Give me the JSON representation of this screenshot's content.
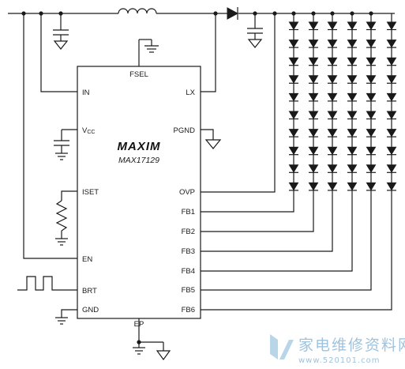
{
  "chip": {
    "logo": "MAXIM",
    "part_number": "MAX17129",
    "pins": {
      "fsel": "FSEL",
      "in": "IN",
      "lx": "LX",
      "vcc_main": "V",
      "vcc_sub": "CC",
      "pgnd": "PGND",
      "iset": "ISET",
      "ovp": "OVP",
      "fb1": "FB1",
      "fb2": "FB2",
      "fb3": "FB3",
      "fb4": "FB4",
      "fb5": "FB5",
      "fb6": "FB6",
      "en": "EN",
      "brt": "BRT",
      "gnd": "GND",
      "ep": "EP"
    }
  },
  "led_array": {
    "strings": 6,
    "leds_per_string": 10
  },
  "watermark": {
    "text": "家电维修资料网",
    "url": "www.520101.com"
  },
  "colors": {
    "ink": "#1a1a1a",
    "watermark": "#9fc3dc"
  }
}
